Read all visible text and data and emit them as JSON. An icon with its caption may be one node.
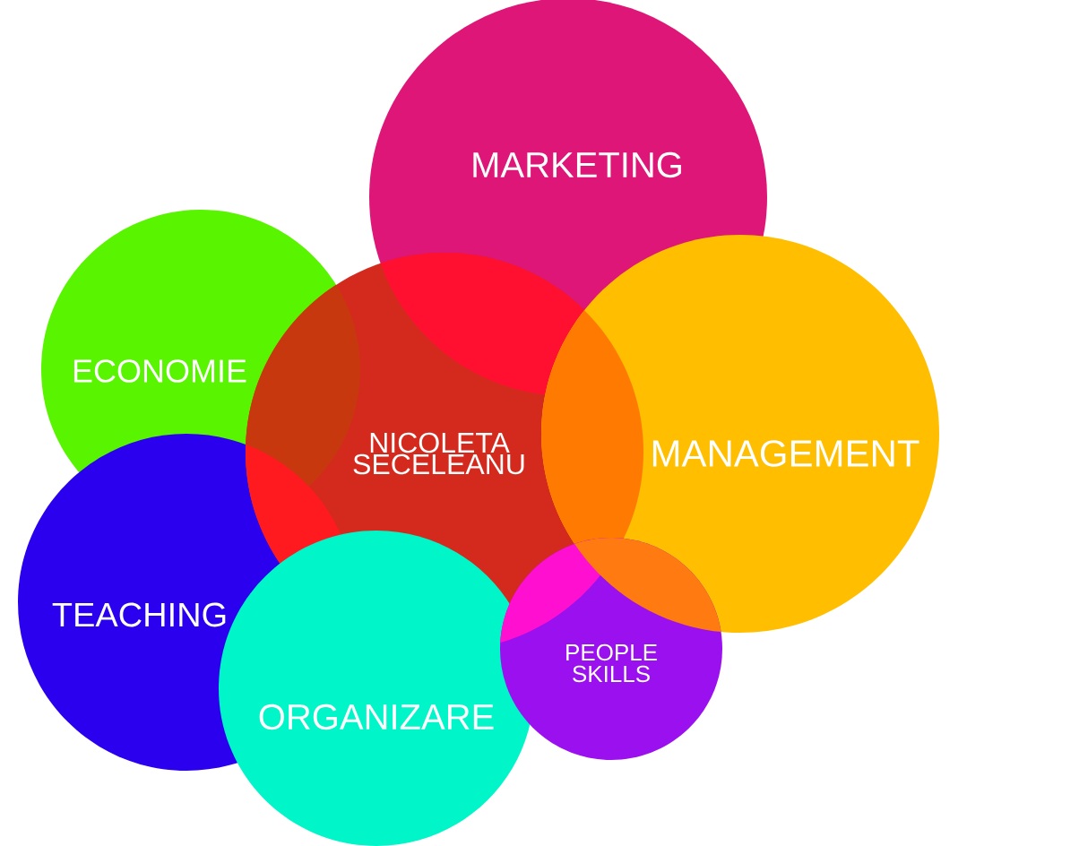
{
  "diagram": {
    "nodes": [
      {
        "text": [
          "MARKETING"
        ]
      },
      {
        "text": [
          "ECONOMIE"
        ]
      },
      {
        "text": [
          "NICOLETA SECELEANU"
        ]
      },
      {
        "text": [
          "MANAGEMENT"
        ]
      },
      {
        "text": [
          "TEACHING"
        ]
      },
      {
        "text": [
          "ORGANIZARE"
        ]
      },
      {
        "text": [
          "PEOPLE SKILLS"
        ]
      }
    ]
  }
}
